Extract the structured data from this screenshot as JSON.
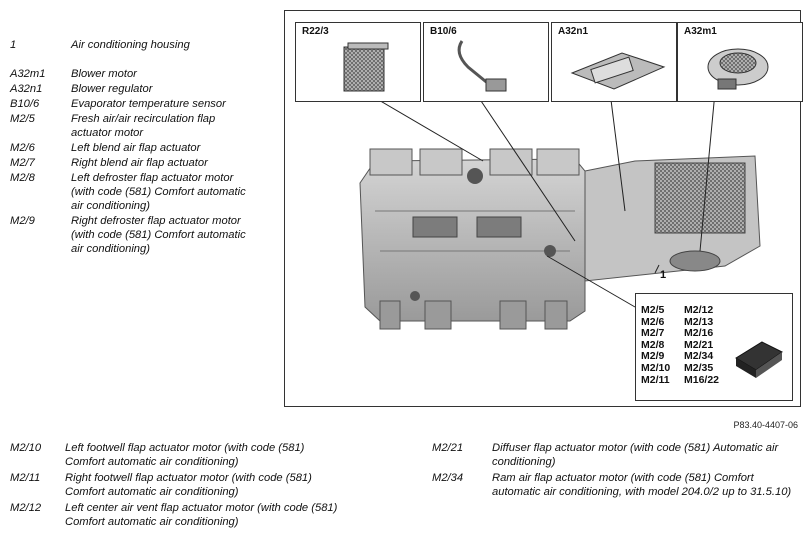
{
  "legend_top": [
    {
      "code": "1",
      "desc": "Air conditioning housing"
    },
    {
      "code": "A32m1",
      "desc": "Blower motor"
    },
    {
      "code": "A32n1",
      "desc": "Blower regulator"
    },
    {
      "code": "B10/6",
      "desc": "Evaporator temperature sensor"
    },
    {
      "code": "M2/5",
      "desc": "Fresh air/air recirculation flap actuator motor"
    },
    {
      "code": "M2/6",
      "desc": "Left blend air flap actuator"
    },
    {
      "code": "M2/7",
      "desc": "Right blend air flap actuator"
    },
    {
      "code": "M2/8",
      "desc": "Left defroster flap actuator motor (with code (581) Comfort automatic air conditioning)"
    },
    {
      "code": "M2/9",
      "desc": "Right defroster flap actuator motor (with code (581) Comfort automatic air conditioning)"
    }
  ],
  "figure": {
    "insets": [
      "R22/3",
      "B10/6",
      "A32n1",
      "A32m1"
    ],
    "callout_label": "1",
    "motor_codes_left": [
      "M2/5",
      "M2/6",
      "M2/7",
      "M2/8",
      "M2/9",
      "M2/10",
      "M2/11"
    ],
    "motor_codes_right": [
      "M2/12",
      "M2/13",
      "M2/16",
      "M2/21",
      "M2/34",
      "M2/35",
      "M16/22"
    ],
    "reference": "P83.40-4407-06"
  },
  "legend_bottom_left": [
    {
      "code": "M2/10",
      "desc": "Left footwell flap actuator motor (with code (581) Comfort automatic air conditioning)"
    },
    {
      "code": "M2/11",
      "desc": "Right footwell flap actuator motor (with code (581) Comfort automatic air conditioning)"
    },
    {
      "code": "M2/12",
      "desc": "Left center air vent flap actuator motor (with code (581) Comfort automatic air conditioning)"
    }
  ],
  "legend_bottom_right": [
    {
      "code": "M2/21",
      "desc": "Diffuser flap actuator motor (with code (581) Automatic air conditioning)"
    },
    {
      "code": "M2/34",
      "desc": "Ram air flap actuator motor (with code (581) Comfort automatic air conditioning, with model 204.0/2 up to 31.5.10)"
    }
  ]
}
